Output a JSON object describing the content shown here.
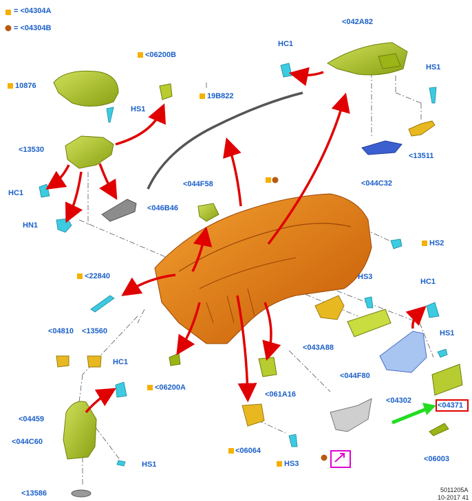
{
  "legend": {
    "square_label": "= <04304A",
    "dot_label": "= <04304B"
  },
  "labels": {
    "p10876": "10876",
    "p06200B": "<06200B",
    "p19B822": "19B822",
    "p042A82": "<042A82",
    "hc1_top": "HC1",
    "hs1_top_right": "HS1",
    "hs1_left": "HS1",
    "p13530": "<13530",
    "hc1_left": "HC1",
    "hn1": "HN1",
    "p046B46": "<046B46",
    "p044F58": "<044F58",
    "p13511": "<13511",
    "p044C32": "<044C32",
    "hs2": "HS2",
    "p22840": "<22840",
    "hs3_right": "HS3",
    "hc1_right": "HC1",
    "p04810": "<04810",
    "p13560": "<13560",
    "hc1_bottom_left": "HC1",
    "p043A88": "<043A88",
    "hs1_right": "HS1",
    "p044F80": "<044F80",
    "p06200A": "<06200A",
    "p061A16": "<061A16",
    "p04459": "<04459",
    "p044C60": "<044C60",
    "p04302": "<04302",
    "p04371": "<04371",
    "p06064": "<06064",
    "hs3_bottom": "HS3",
    "hs1_bottom": "HS1",
    "p06003": "<06003",
    "p13586": "<13586"
  },
  "footer": {
    "line1": "5011205A",
    "line2": "10-2017 41"
  },
  "colors": {
    "label_blue": "#1a5fc9",
    "marker_yellow": "#f5b000",
    "marker_brown": "#b85a10",
    "arrow_red": "#e00000",
    "arrow_green": "#22dd22",
    "highlight_red": "#e00000",
    "highlight_magenta": "#e000d0",
    "part_green": "#a9c41f",
    "part_orange": "#e07a10",
    "part_cyan": "#3ccbe0",
    "part_yellow": "#e8b820",
    "part_blue": "#3b5fd0",
    "part_gray": "#9a9a9a"
  }
}
